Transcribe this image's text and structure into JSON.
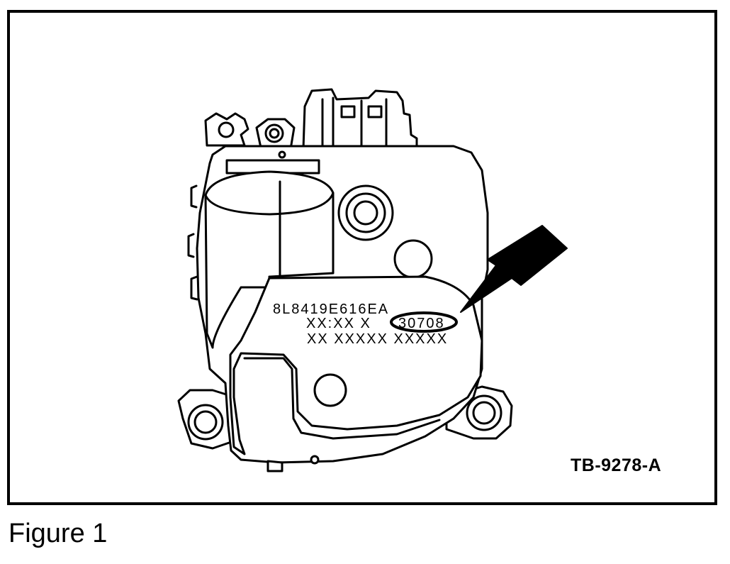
{
  "figure": {
    "caption": "Figure 1",
    "reference_code": "TB-9278-A"
  },
  "part_label": {
    "line1": "8L8419E616EA",
    "line2_prefix": "XX:XX X",
    "line2_date_code": "30708",
    "line3": "XX XXXXX XXXXX"
  },
  "colors": {
    "ink": "#000000",
    "paper": "#ffffff"
  }
}
